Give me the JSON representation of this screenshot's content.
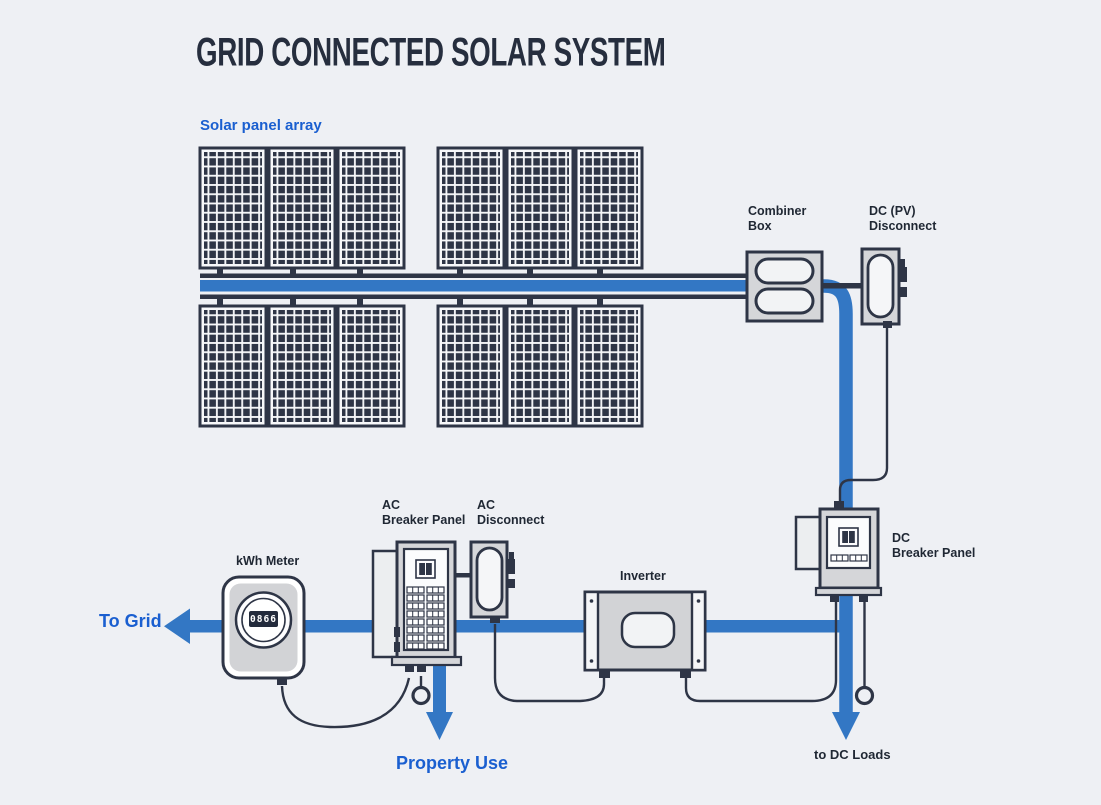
{
  "title": "GRID CONNECTED SOLAR SYSTEM",
  "colors": {
    "background": "#eef0f4",
    "line_blue": "#3377c4",
    "text_blue": "#1a5fd0",
    "dark_navy": "#2d3444",
    "box_gray": "#d5d6d9",
    "display_bg": "#232b3c"
  },
  "solar_array": {
    "label": "Solar panel array",
    "groups": 4,
    "panels_per_group": 3
  },
  "components": {
    "combiner_box": {
      "label_line1": "Combiner",
      "label_line2": "Box"
    },
    "dc_pv_disconnect": {
      "label_line1": "DC (PV)",
      "label_line2": "Disconnect"
    },
    "dc_breaker_panel": {
      "label_line1": "DC",
      "label_line2": "Breaker Panel"
    },
    "inverter": {
      "label": "Inverter"
    },
    "ac_breaker_panel": {
      "label_line1": "AC",
      "label_line2": "Breaker Panel"
    },
    "ac_disconnect": {
      "label_line1": "AC",
      "label_line2": "Disconnect"
    },
    "kwh_meter": {
      "label": "kWh Meter",
      "reading": "0866"
    }
  },
  "flows": {
    "to_grid": "To Grid",
    "property_use": "Property Use",
    "to_dc_loads": "to DC Loads"
  }
}
